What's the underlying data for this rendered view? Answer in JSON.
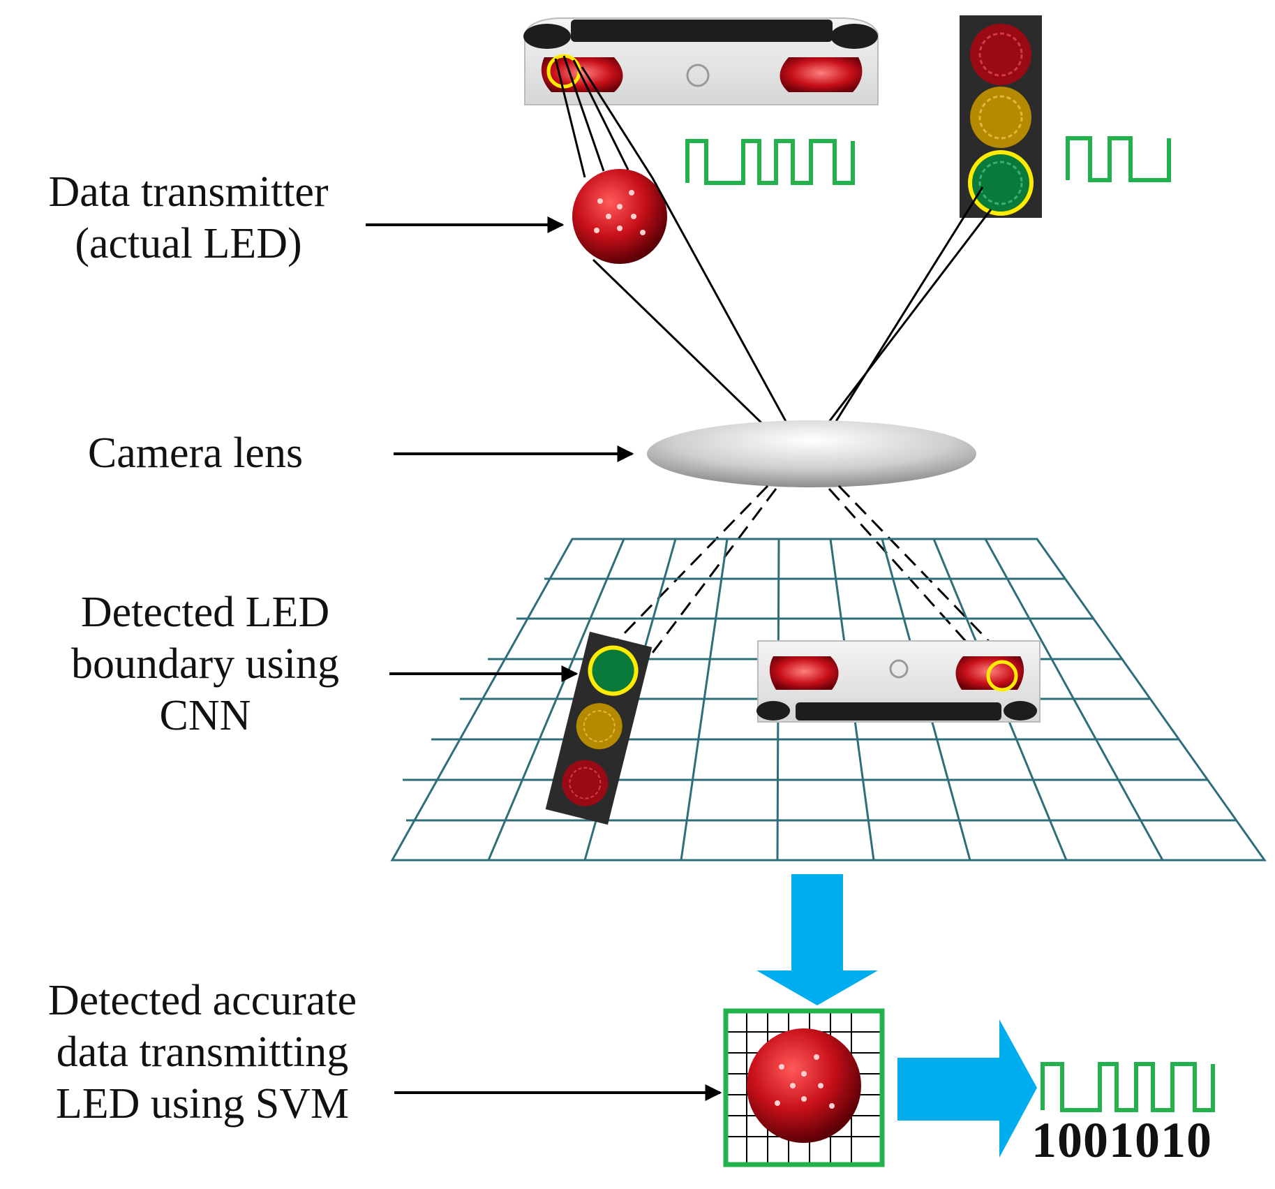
{
  "labels": {
    "transmitter": [
      "Data transmitter",
      "(actual LED)"
    ],
    "lens": "Camera lens",
    "cnn": [
      "Detected LED",
      "boundary using",
      "CNN"
    ],
    "svm": [
      "Detected accurate",
      "data transmitting",
      "LED using SVM"
    ]
  },
  "output_bits": "1001010",
  "colors": {
    "arrow_blue": "#00aeef",
    "signal_green": "#22b14c",
    "grid": "#2e6e7a",
    "highlight": "#ffec00",
    "led_red": "#c8101a",
    "light_yellow": "#b58a00",
    "light_green": "#0a7a3a",
    "housing": "#2b2b2b"
  },
  "icons": [
    "car-rear-icon",
    "traffic-light-icon",
    "led-icon",
    "camera-lens-icon",
    "image-plane-grid",
    "square-wave-icon"
  ]
}
